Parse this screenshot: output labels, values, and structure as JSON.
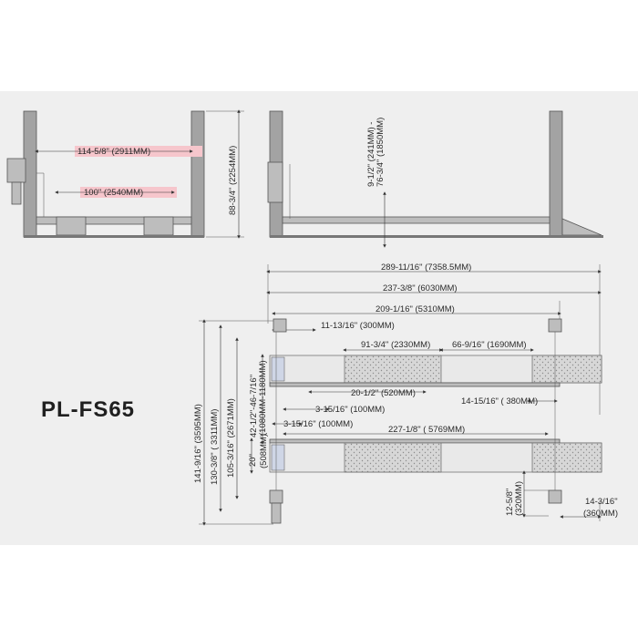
{
  "model": "PL-FS65",
  "front_view": {
    "width_between_posts": "114-5/8\" (2911MM)",
    "runway_inner_width": "100\" (2540MM)",
    "post_height": "88-3/4\" (2254MM)"
  },
  "side_view": {
    "lift_height_line1": "9-1/2\" (241MM) -",
    "lift_height_line2": "76-3/4\" (1850MM)"
  },
  "top_view": {
    "overall_length": "289-11/16\" (7358.5MM)",
    "length_237": "237-3/8\" (6030MM)",
    "post_span": "209-1/16\" (5310MM)",
    "dim_11_13_16": "11-13/16\" (300MM)",
    "dim_91_3_4": "91-3/4\" (2330MM)",
    "dim_66_9_16": "66-9/16\" (1690MM)",
    "dim_20_1_2": "20-1/2\" (520MM)",
    "dim_14_15_16": "14-15/16\" ( 380MM)",
    "dim_3_15_16_a": "3-15/16\" (100MM)",
    "dim_3_15_16_b": "3-15/16\" (100MM)",
    "runway_length": "227-1/8\" ( 5769MM)",
    "dim_12_5_8_line1": "12-5/8\"",
    "dim_12_5_8_line2": "(320MM)",
    "dim_14_3_16_line1": "14-3/16\"",
    "dim_14_3_16_line2": "(360MM)",
    "overall_width": "141-9/16\" (3595MM)",
    "width_130": "130-3/8\" ( 3311MM)",
    "width_105": "105-3/16\" (2671MM)",
    "wheel_track": "42-1/2\"-46-7/16\"",
    "wheel_track_mm": "(1080MM-1180MM)",
    "runway_width": "20\"",
    "runway_width_mm": "(508MM)"
  },
  "colors": {
    "highlight": "#f6c6cc",
    "post": "#a3a3a3",
    "background": "#efefef"
  }
}
